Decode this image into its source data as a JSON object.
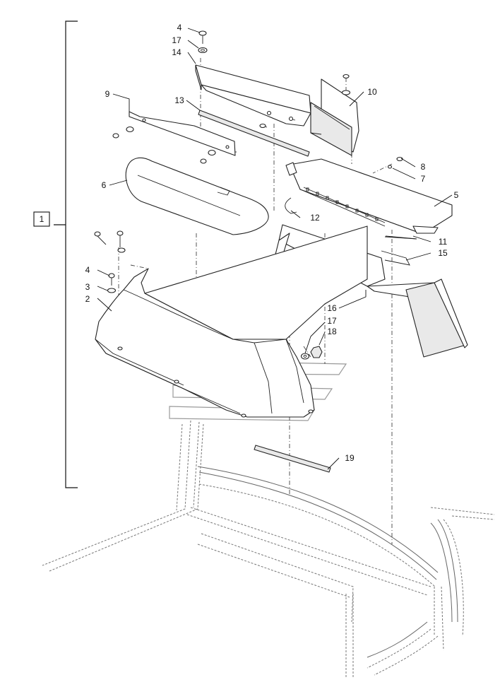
{
  "callouts": [
    {
      "id": "c1",
      "text": "1"
    },
    {
      "id": "c2",
      "text": "2"
    },
    {
      "id": "c3",
      "text": "3"
    },
    {
      "id": "c4a",
      "text": "4"
    },
    {
      "id": "c4b",
      "text": "4"
    },
    {
      "id": "c5",
      "text": "5"
    },
    {
      "id": "c6",
      "text": "6"
    },
    {
      "id": "c7",
      "text": "7"
    },
    {
      "id": "c8",
      "text": "8"
    },
    {
      "id": "c9",
      "text": "9"
    },
    {
      "id": "c10",
      "text": "10"
    },
    {
      "id": "c11",
      "text": "11"
    },
    {
      "id": "c12",
      "text": "12"
    },
    {
      "id": "c13",
      "text": "13"
    },
    {
      "id": "c14",
      "text": "14"
    },
    {
      "id": "c15",
      "text": "15"
    },
    {
      "id": "c16",
      "text": "16"
    },
    {
      "id": "c17a",
      "text": "17"
    },
    {
      "id": "c17b",
      "text": "17"
    },
    {
      "id": "c18",
      "text": "18"
    },
    {
      "id": "c19",
      "text": "19"
    }
  ],
  "colors": {
    "line": "#222222",
    "watermark": "#9a9a9a",
    "background": "#ffffff"
  }
}
